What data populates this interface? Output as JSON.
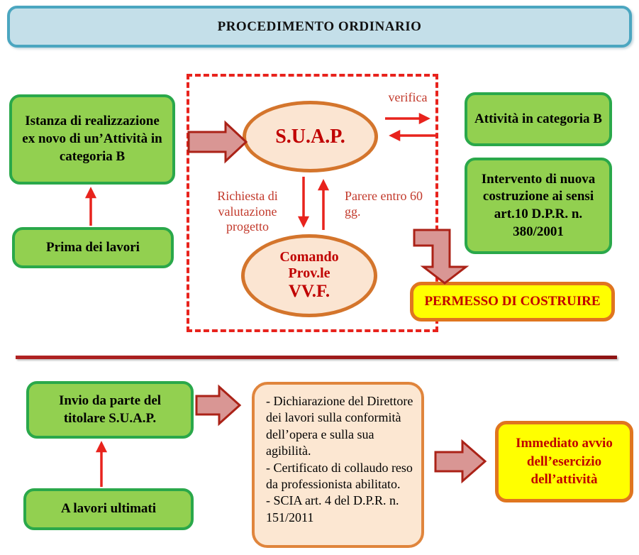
{
  "title": "PROCEDIMENTO ORDINARIO",
  "colors": {
    "title_fill": "#c4dfe9",
    "title_border": "#4ba6c0",
    "green_fill": "#92d050",
    "green_border": "#2aa84a",
    "peach_fill": "#fbe5d2",
    "orange_border": "#d4752c",
    "yellow_fill": "#ffff00",
    "dark_red_text": "#c00000",
    "red_arrow": "#e8231d",
    "block_arrow_fill": "#d99694",
    "block_arrow_border": "#ab2217",
    "divider_red": "#9e1a1a"
  },
  "top_flow": {
    "istanza_box": "Istanza di realizzazione ex novo di un’Attività in categoria B",
    "prima_box": "Prima dei lavori",
    "suap_ellipse": "S.U.A.P.",
    "comando_line1": "Comando",
    "comando_line2": "Prov.le",
    "comando_line3": "VV.F.",
    "verifica_label": "verifica",
    "richiesta_label": "Richiesta di valutazione progetto",
    "parere_label": "Parere entro 60 gg.",
    "attivita_box": "Attività in categoria B",
    "intervento_box": "Intervento di nuova costruzione ai sensi art.10 D.P.R. n. 380/2001",
    "permesso_box": "PERMESSO DI COSTRUIRE"
  },
  "bottom_flow": {
    "invio_box": "Invio da parte del titolare S.U.A.P.",
    "lavori_box": "A lavori ultimati",
    "requisiti_items": [
      "- Dichiarazione del Direttore dei lavori sulla conformità dell’opera e sulla sua agibilità.",
      "- Certificato di collaudo reso da professionista abilitato.",
      "- SCIA art. 4 del D.P.R. n. 151/2011"
    ],
    "immediato_box": "Immediato avvio dell’esercizio dell’attività"
  }
}
